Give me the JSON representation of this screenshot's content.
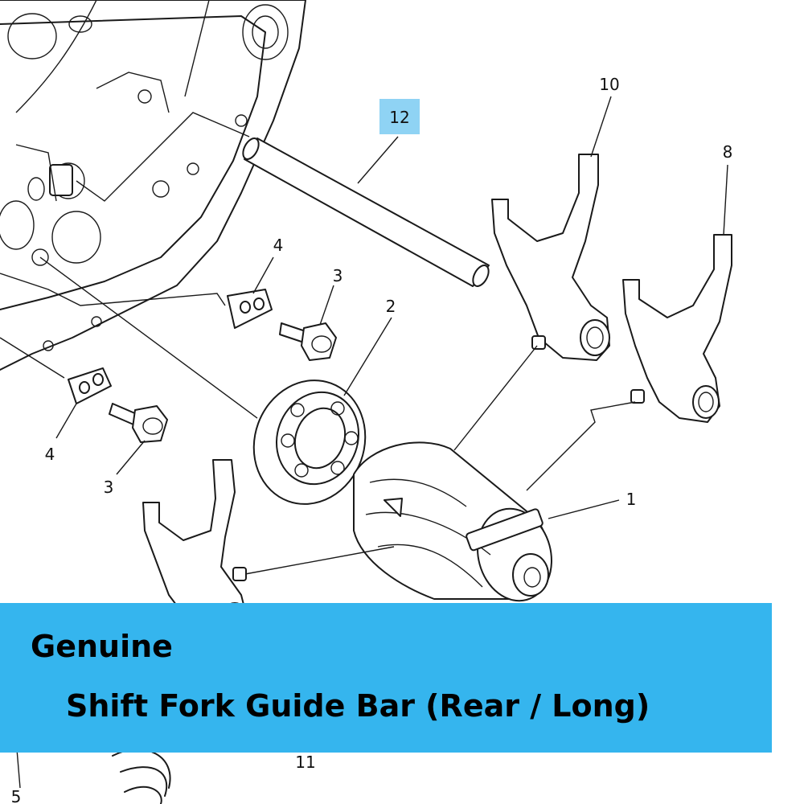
{
  "diagram": {
    "highlight_color": "#8fd3f4",
    "callouts": [
      {
        "id": "12",
        "label": "12",
        "highlighted": true
      },
      {
        "id": "10",
        "label": "10"
      },
      {
        "id": "8",
        "label": "8"
      },
      {
        "id": "4a",
        "label": "4"
      },
      {
        "id": "3a",
        "label": "3"
      },
      {
        "id": "2",
        "label": "2"
      },
      {
        "id": "4b",
        "label": "4"
      },
      {
        "id": "3b",
        "label": "3"
      },
      {
        "id": "1",
        "label": "1"
      },
      {
        "id": "11",
        "label": "11"
      },
      {
        "id": "5",
        "label": "5"
      }
    ]
  },
  "banner": {
    "color": "#35b5ee",
    "line1": "Genuine",
    "line2": "Shift Fork Guide Bar (Rear / Long)"
  }
}
